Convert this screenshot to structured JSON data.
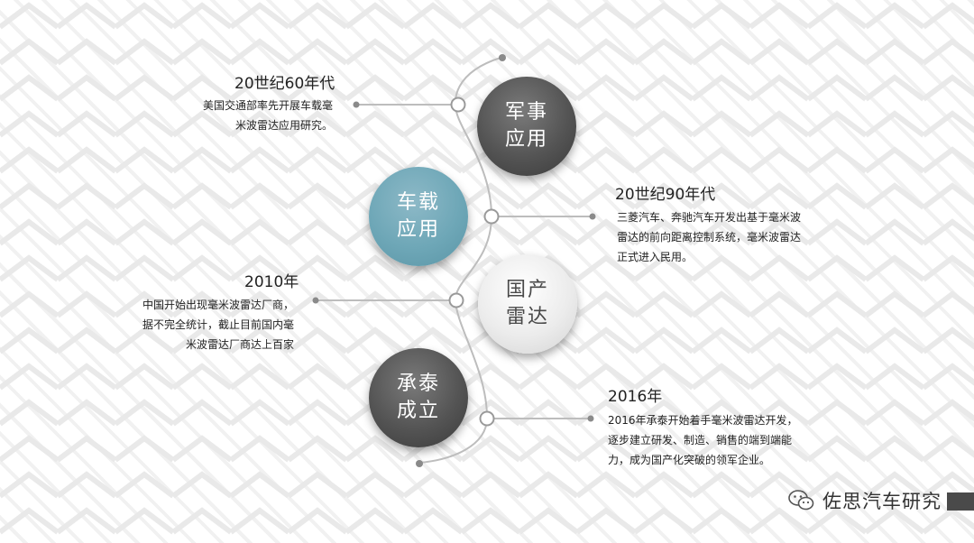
{
  "nodes": [
    {
      "label": "军事\n应用",
      "style": "dark"
    },
    {
      "label": "车载\n应用",
      "style": "teal"
    },
    {
      "label": "国产\n雷达",
      "style": "light"
    },
    {
      "label": "承泰\n成立",
      "style": "dark"
    }
  ],
  "events": [
    {
      "title": "20世纪60年代",
      "desc": "美国交通部率先开展车载毫\n米波雷达应用研究。"
    },
    {
      "title": "20世纪90年代",
      "desc": "三菱汽车、奔驰汽车开发出基于毫米波\n雷达的前向距离控制系统，毫米波雷达\n正式进入民用。"
    },
    {
      "title": "2010年",
      "desc": "中国开始出现毫米波雷达厂商，\n据不完全统计，截止目前国内毫\n米波雷达厂商达上百家"
    },
    {
      "title": "2016年",
      "desc": "2016年承泰开始着手毫米波雷达开发，\n逐步建立研发、制造、销售的端到端能\n力，成为国产化突破的领军企业。"
    }
  ],
  "watermark": {
    "text": "佐思汽车研究",
    "icon": "wechat-icon"
  },
  "colors": {
    "dark": "#545454",
    "teal": "#6ea7b7",
    "light": "#ececec",
    "line": "#b5b5b5",
    "dot": "#8a8a8a"
  }
}
